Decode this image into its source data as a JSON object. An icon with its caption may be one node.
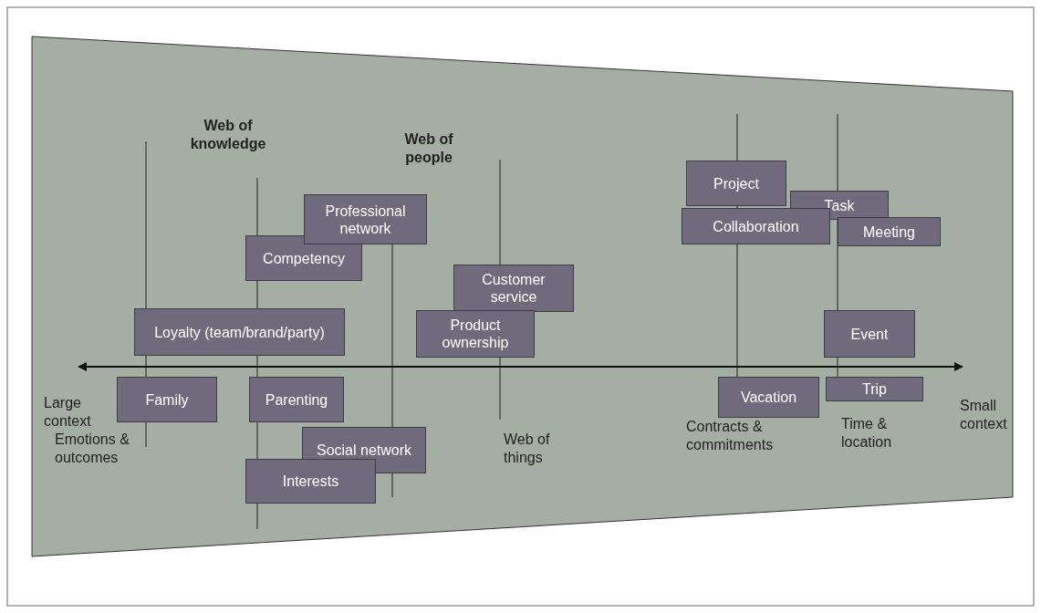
{
  "diagram": {
    "nodes": [
      {
        "text": [
          "Project"
        ]
      },
      {
        "text": [
          "Professional network"
        ]
      },
      {
        "text": [
          "Task"
        ]
      },
      {
        "text": [
          "Collaboration"
        ]
      },
      {
        "text": [
          "Meeting"
        ]
      },
      {
        "text": [
          "Competency"
        ]
      },
      {
        "text": [
          "Customer service"
        ]
      },
      {
        "text": [
          "Loyalty (team/brand/party)"
        ]
      },
      {
        "text": [
          "Product ownership"
        ]
      },
      {
        "text": [
          "Event"
        ]
      },
      {
        "text": [
          "Family"
        ]
      },
      {
        "text": [
          "Parenting"
        ]
      },
      {
        "text": [
          "Vacation"
        ]
      },
      {
        "text": [
          "Trip"
        ]
      },
      {
        "text": [
          "Social network"
        ]
      },
      {
        "text": [
          "Interests"
        ]
      }
    ],
    "edges": [],
    "labels": [
      "Web of knowledge",
      "Web of people",
      "Large context",
      "Small context",
      "Web of things",
      "Contracts & commitments",
      "Time & location",
      "Emotions & outcomes"
    ]
  }
}
